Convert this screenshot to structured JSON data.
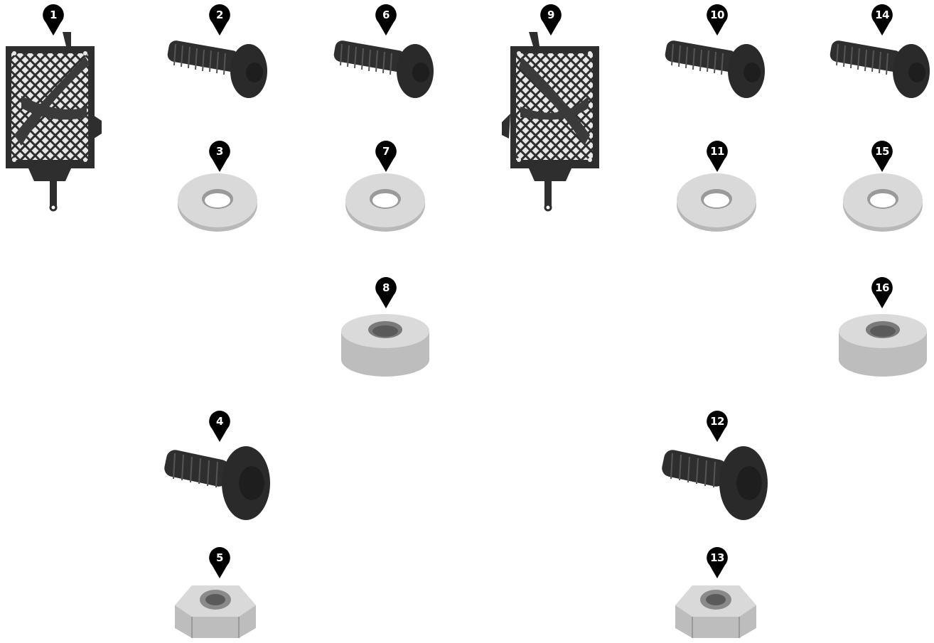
{
  "colors": {
    "callout": "#000000",
    "callout_text": "#ffffff",
    "dark_part": "#2e2e2e",
    "metal": "#cfcfcf",
    "metal_dark": "#9a9a9a"
  },
  "parts": [
    {
      "id": "p1",
      "callout": "1",
      "icon": "radiator-guard-icon"
    },
    {
      "id": "p2",
      "callout": "2",
      "icon": "long-bolt-icon"
    },
    {
      "id": "p3",
      "callout": "3",
      "icon": "washer-icon"
    },
    {
      "id": "p4",
      "callout": "4",
      "icon": "short-bolt-icon"
    },
    {
      "id": "p5",
      "callout": "5",
      "icon": "hex-nut-icon"
    },
    {
      "id": "p6",
      "callout": "6",
      "icon": "long-bolt-icon"
    },
    {
      "id": "p7",
      "callout": "7",
      "icon": "washer-icon"
    },
    {
      "id": "p8",
      "callout": "8",
      "icon": "spacer-icon"
    },
    {
      "id": "p9",
      "callout": "9",
      "icon": "radiator-guard-icon"
    },
    {
      "id": "p10",
      "callout": "10",
      "icon": "long-bolt-icon"
    },
    {
      "id": "p11",
      "callout": "11",
      "icon": "washer-icon"
    },
    {
      "id": "p12",
      "callout": "12",
      "icon": "short-bolt-icon"
    },
    {
      "id": "p13",
      "callout": "13",
      "icon": "hex-nut-icon"
    },
    {
      "id": "p14",
      "callout": "14",
      "icon": "long-bolt-icon"
    },
    {
      "id": "p15",
      "callout": "15",
      "icon": "washer-icon"
    },
    {
      "id": "p16",
      "callout": "16",
      "icon": "spacer-icon"
    }
  ]
}
